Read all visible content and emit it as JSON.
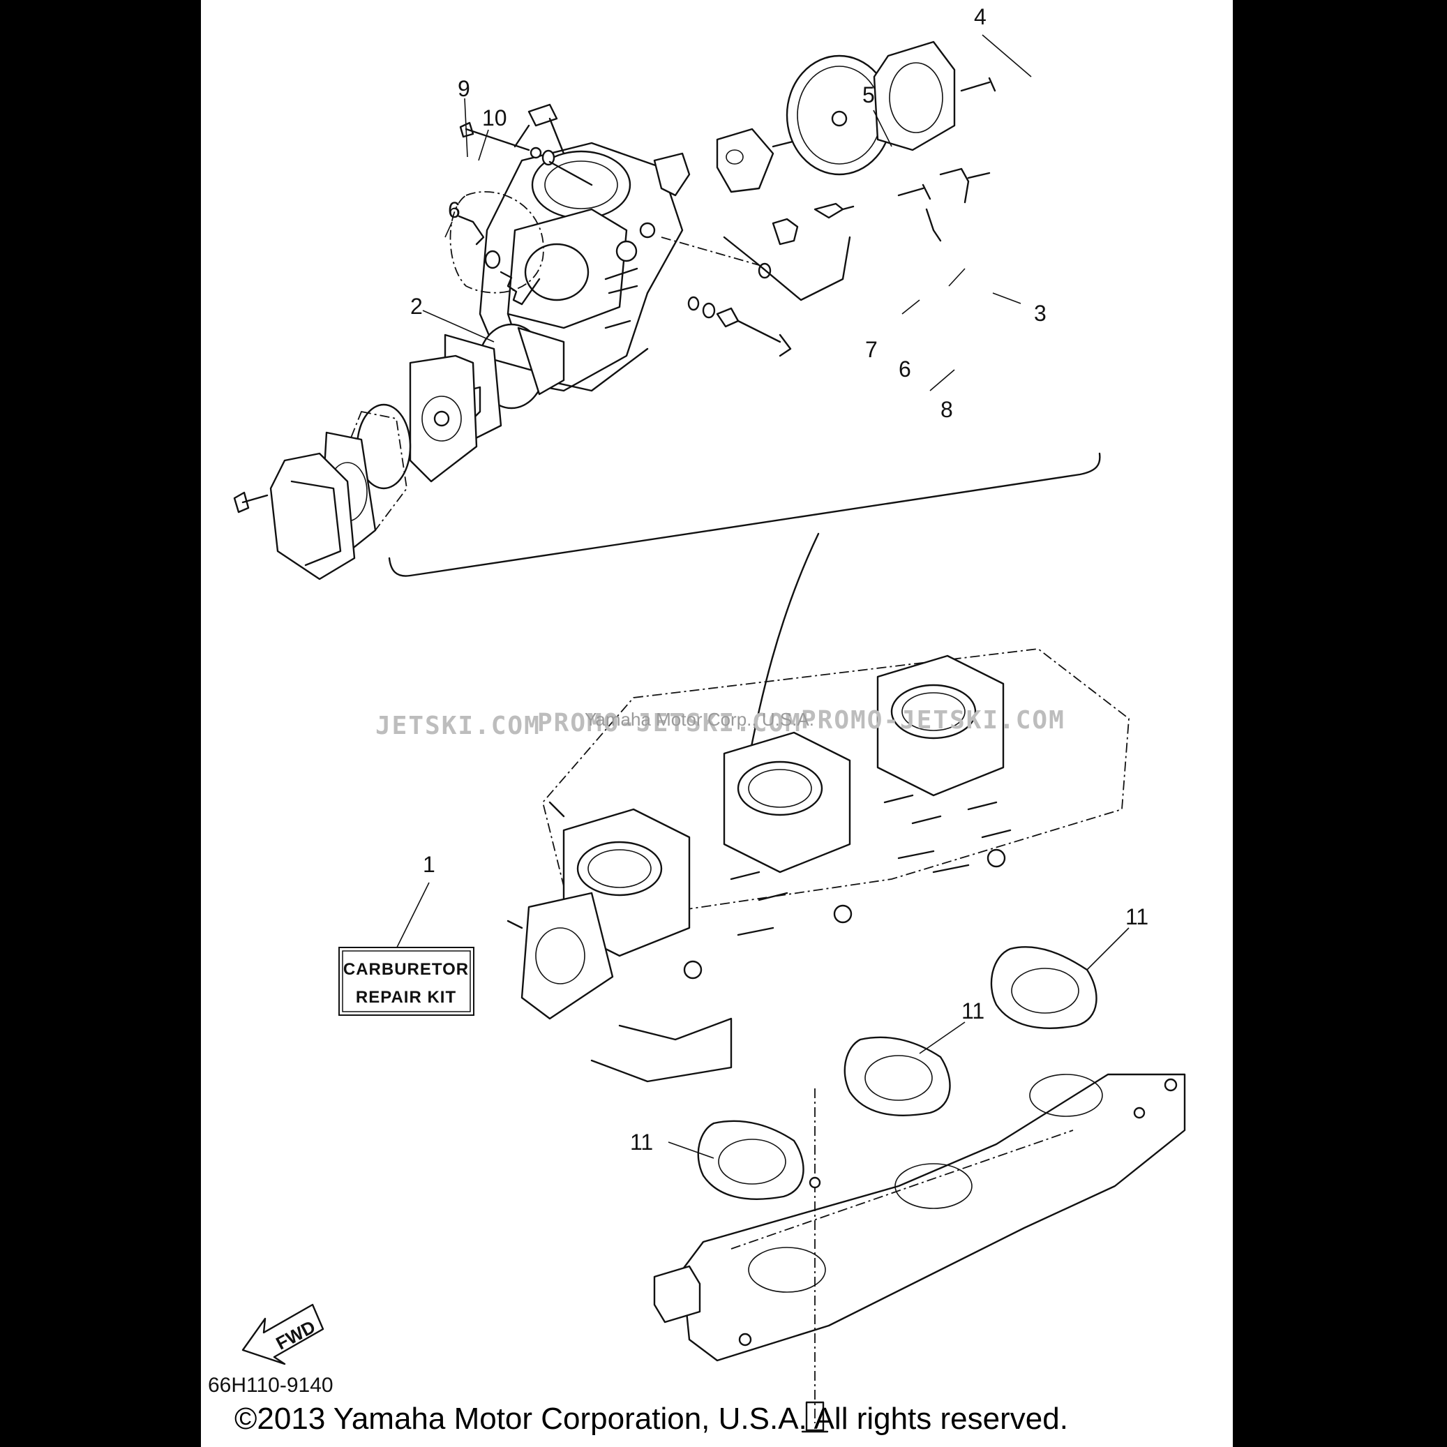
{
  "diagram": {
    "callouts": [
      "1",
      "2",
      "3",
      "4",
      "5",
      "6",
      "6",
      "7",
      "8",
      "9",
      "10",
      "11",
      "11",
      "11"
    ],
    "kit_box": {
      "line1": "CARBURETOR",
      "line2": "REPAIR KIT"
    },
    "fwd_arrow": {
      "label": "FWD"
    },
    "part_code": "66H110-9140",
    "watermark": {
      "left": "JETSKI.COM",
      "middle": "PROMO-JETSKI.COM",
      "overlay": "Yamaha Motor Corp., U.S.A.",
      "right": "PROMO-JETSKI.COM"
    },
    "copyright": "©2013 Yamaha Motor Corporation, U.S.A. All rights reserved."
  },
  "colors": {
    "sheet": "#ffffff",
    "background": "#000000",
    "ink": "#111111",
    "watermark": "#bdbdbd"
  }
}
